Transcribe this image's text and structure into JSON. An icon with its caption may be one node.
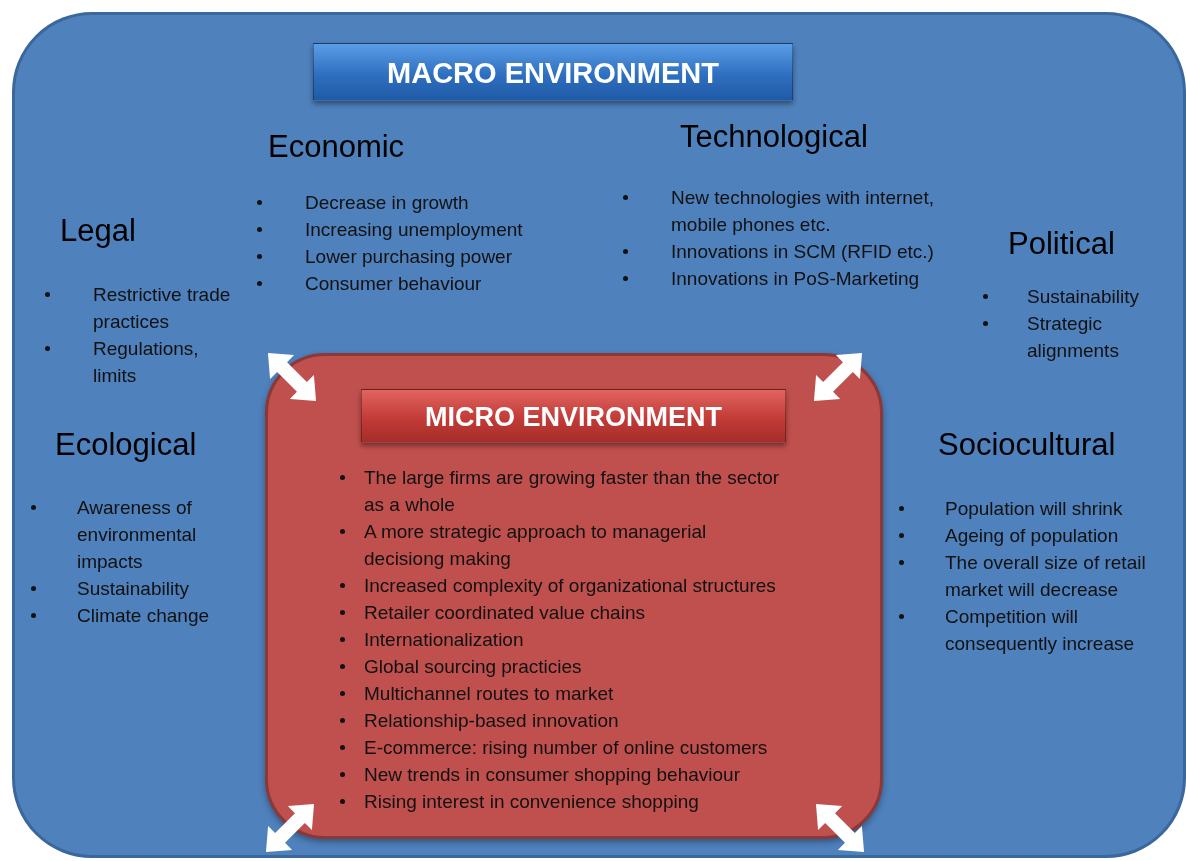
{
  "diagram": {
    "nodes": [
      {
        "text": [
          "MACRO ENVIRONMENT"
        ]
      },
      {
        "text": [
          "MICRO ENVIRONMENT",
          "The large firms are growing faster than the sector as a whole",
          "A more strategic approach to managerial decisiong making",
          "Increased complexity of organizational structures",
          "Retailer coordinated value chains",
          "Internationalization",
          "Global sourcing practicies",
          "Multichannel routes to market",
          "Relationship-based innovation",
          "E-commerce: rising number of online customers",
          "New trends in consumer shopping behaviour",
          "Rising interest in convenience shopping"
        ],
        "in": 0
      }
    ],
    "labels": [
      "Economic",
      "Decrease in growth",
      "Increasing unemployment",
      "Lower purchasing power",
      "Consumer behaviour",
      "Technological",
      "New technologies with internet, mobile phones etc.",
      "Innovations in SCM (RFID etc.)",
      "Innovations in PoS-Marketing",
      "Legal",
      "Restrictive trade practices",
      "Regulations, limits",
      "Political",
      "Sustainability",
      "Strategic alignments",
      "Ecological",
      "Awareness of environmental impacts",
      "Sustainability",
      "Climate change",
      "Sociocultural",
      "Population will shrink",
      "Ageing of population",
      "The overall size of retail market will decrease",
      "Competition will consequently increase"
    ]
  }
}
